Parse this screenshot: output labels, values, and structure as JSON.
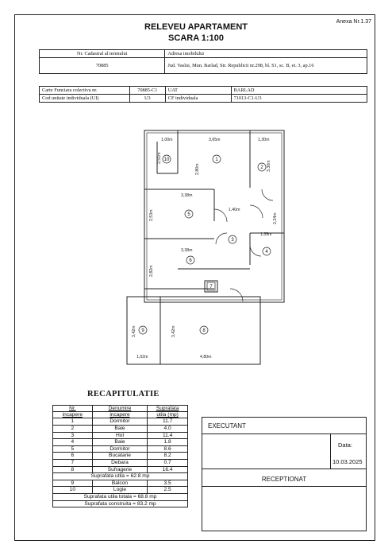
{
  "header": {
    "annex": "Anexa Nr.1.37",
    "title_line1": "RELEVEU APARTAMENT",
    "title_line2": "SCARA 1:100"
  },
  "cadastral": {
    "nr_cadastral_label": "Nr. Cadastral al terenului",
    "adresa_label": "Adresa imobilului",
    "nr_cadastral_value": "70885",
    "adresa_value": "Jud. Vaslui, Mun. Barlad, Str. Republicii nr.298, bl. S1, sc. B, et. 3, ap.16"
  },
  "registry": {
    "carte_funciara_label": "Carte Funciara colectiva nr.",
    "carte_funciara_value": "70885-C1",
    "uat_label": "UAT",
    "uat_value": "BARLAD",
    "cod_unitate_label": "Cod unitate individuala (UI)",
    "cod_unitate_value": "U3",
    "cf_individuala_label": "CF individuala",
    "cf_individuala_value": "71013-C1-U3"
  },
  "plan": {
    "dimensions": [
      "1,00m",
      "3,65m",
      "1,30m",
      "2,51m",
      "2,80m",
      "3,30m",
      "3,38m",
      "1,40m",
      "2,53m",
      "2,24m",
      "1,35m",
      "3,38m",
      "2,82m",
      "3,42m",
      "3,42m",
      "1,02m",
      "4,80m"
    ],
    "room_numbers": [
      "1",
      "2",
      "3",
      "4",
      "5",
      "6",
      "7",
      "8",
      "9",
      "10"
    ]
  },
  "recap": {
    "title": "RECAPITULATIE",
    "headers": [
      {
        "line1": "Nr.",
        "line2": "incapere"
      },
      {
        "line1": "Denumire",
        "line2": "incapere"
      },
      {
        "line1": "Suprafata",
        "line2": "utila (mp)"
      }
    ],
    "rows": [
      {
        "nr": "1",
        "name": "Dormitor",
        "area": "11.7"
      },
      {
        "nr": "2",
        "name": "Baie",
        "area": "4.0"
      },
      {
        "nr": "3",
        "name": "Hol",
        "area": "11.4"
      },
      {
        "nr": "4",
        "name": "Baie",
        "area": "1.8"
      },
      {
        "nr": "5",
        "name": "Dormitor",
        "area": "8.6"
      },
      {
        "nr": "6",
        "name": "Bucatarie",
        "area": "8.2"
      },
      {
        "nr": "7",
        "name": "Debara",
        "area": "0.7"
      },
      {
        "nr": "8",
        "name": "Sufragerie",
        "area": "16.4"
      }
    ],
    "subtotal": "Suprafata utila = 62.8 mp",
    "rows2": [
      {
        "nr": "9",
        "name": "Balcon",
        "area": "3.5"
      },
      {
        "nr": "10",
        "name": "Logie",
        "area": "2.5"
      }
    ],
    "total_utila": "Suprafata utila totala = 68.8 mp",
    "total_construita": "Suprafata construita = 83.2 mp"
  },
  "signature": {
    "executant_label": "EXECUTANT",
    "date_label": "Data:",
    "date_value": "10.03.2025",
    "receptionat_label": "RECEPTIONAT"
  }
}
